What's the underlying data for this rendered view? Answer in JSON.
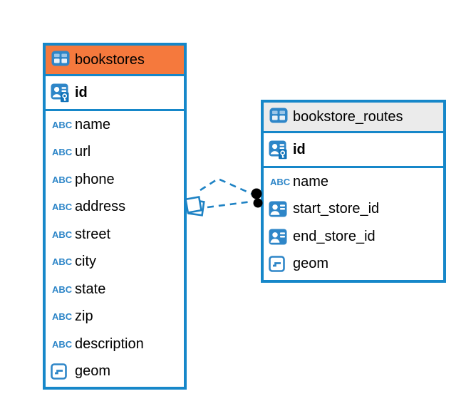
{
  "diagram": {
    "tables": [
      {
        "name": "bookstores",
        "header_color": "#F5793D",
        "columns": [
          {
            "name": "id",
            "icon": "primary-key",
            "primary_key": true
          },
          {
            "name": "name",
            "icon": "text"
          },
          {
            "name": "url",
            "icon": "text"
          },
          {
            "name": "phone",
            "icon": "text"
          },
          {
            "name": "address",
            "icon": "text"
          },
          {
            "name": "street",
            "icon": "text"
          },
          {
            "name": "city",
            "icon": "text"
          },
          {
            "name": "state",
            "icon": "text"
          },
          {
            "name": "zip",
            "icon": "text"
          },
          {
            "name": "description",
            "icon": "text"
          },
          {
            "name": "geom",
            "icon": "geometry"
          }
        ]
      },
      {
        "name": "bookstore_routes",
        "header_color": "#EBEBEB",
        "columns": [
          {
            "name": "id",
            "icon": "primary-key",
            "primary_key": true
          },
          {
            "name": "name",
            "icon": "text"
          },
          {
            "name": "start_store_id",
            "icon": "foreign-key"
          },
          {
            "name": "end_store_id",
            "icon": "foreign-key"
          },
          {
            "name": "geom",
            "icon": "geometry"
          }
        ]
      }
    ],
    "relationships": {
      "count": 2,
      "style": "dashed",
      "from_table": "bookstore_routes",
      "to_table": "bookstores"
    },
    "icons": {
      "text_label": "ABC"
    },
    "colors": {
      "table_border": "#1687C9",
      "relation_line": "#1E82C4",
      "icon_blue": "#2E86C8",
      "bookstores_header": "#F5793D",
      "routes_header": "#EBEBEB",
      "endpoint_dot": "#000000"
    }
  }
}
